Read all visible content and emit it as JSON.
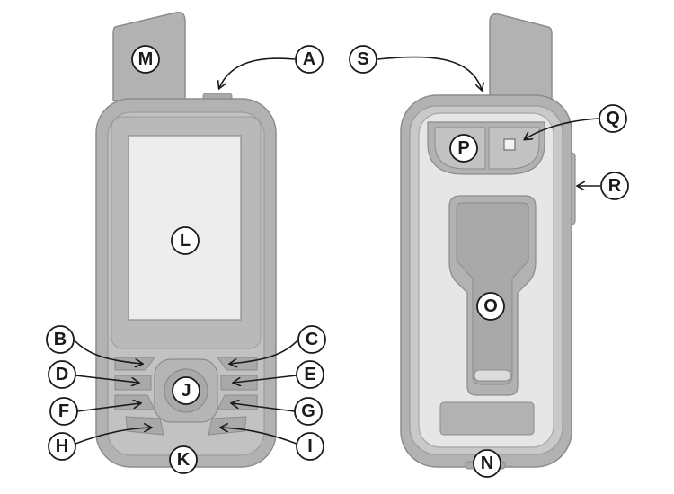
{
  "colors": {
    "body_fill": "#b2b2b2",
    "body_inner": "#c9c9c9",
    "panel_light": "#e6e6e6",
    "screen": "#ededed",
    "button": "#a9a9a9",
    "outline": "#8c8c8c",
    "callout_fill": "#ffffff",
    "callout_stroke": "#1a1a1a",
    "arrow": "#1a1a1a"
  },
  "callouts": {
    "A": "A",
    "B": "B",
    "C": "C",
    "D": "D",
    "E": "E",
    "F": "F",
    "G": "G",
    "H": "H",
    "I": "I",
    "J": "J",
    "K": "K",
    "L": "L",
    "M": "M",
    "N": "N",
    "O": "O",
    "P": "P",
    "Q": "Q",
    "R": "R",
    "S": "S"
  }
}
